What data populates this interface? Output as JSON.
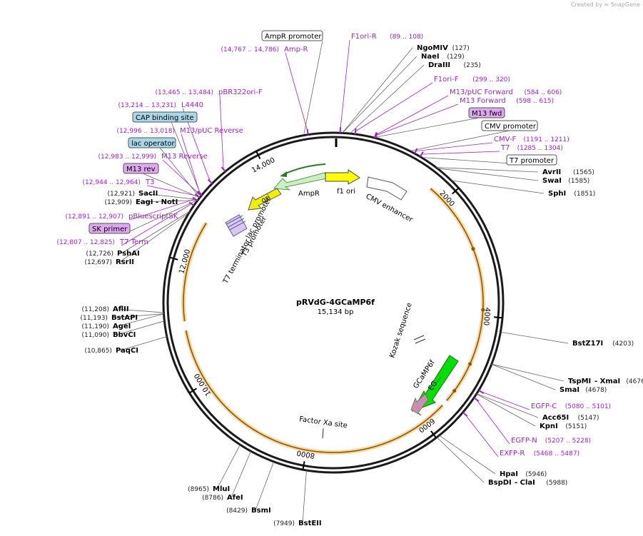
{
  "credit": {
    "prefix": "Created by",
    "brand": "SnapGene"
  },
  "plasmid": {
    "name": "pRVdG-4GCaMP6f",
    "length": "15,134 bp"
  },
  "ticks": [
    "2000",
    "4000",
    "6000",
    "8000",
    "10,000",
    "12,000",
    "14,000"
  ],
  "sites": [
    {
      "name": "NgoMIV",
      "pos": "(127)"
    },
    {
      "name": "NaeI",
      "pos": "(129)"
    },
    {
      "name": "DraIII",
      "pos": "(235)"
    },
    {
      "name": "AvrII",
      "pos": "(1565)"
    },
    {
      "name": "SwaI",
      "pos": "(1585)"
    },
    {
      "name": "SphI",
      "pos": "(1851)"
    },
    {
      "name": "BstZ17I",
      "pos": "(4203)"
    },
    {
      "name": "TspMI",
      "sep": "- XmaI",
      "pos": "(4676)"
    },
    {
      "name": "SmaI",
      "pos": "(4678)"
    },
    {
      "name": "Acc65I",
      "pos": "(5147)"
    },
    {
      "name": "KpnI",
      "pos": "(5151)"
    },
    {
      "name": "HpaI",
      "pos": "(5946)"
    },
    {
      "name": "BspDI",
      "sep": "- ClaI",
      "pos": "(5988)"
    },
    {
      "name": "BstEII",
      "pos": "(7949)"
    },
    {
      "name": "BsmI",
      "pos": "(8429)"
    },
    {
      "name": "AfeI",
      "pos": "(8786)"
    },
    {
      "name": "MluI",
      "pos": "(8965)"
    },
    {
      "name": "PaqCI",
      "pos": "(10,865)"
    },
    {
      "name": "BbvCI",
      "pos": "(11,090)"
    },
    {
      "name": "AgeI",
      "pos": "(11,190)"
    },
    {
      "name": "BstAPI",
      "pos": "(11,193)"
    },
    {
      "name": "AflII",
      "pos": "(11,208)"
    },
    {
      "name": "RsrII",
      "pos": "(12,697)"
    },
    {
      "name": "PshAI",
      "pos": "(12,726)"
    },
    {
      "name": "EagI",
      "sep": "- NotI",
      "pos": "(12,909)"
    },
    {
      "name": "SacII",
      "pos": "(12,921)"
    }
  ],
  "primers": [
    {
      "name": "F1ori-R",
      "pos": "(89 .. 108)"
    },
    {
      "name": "F1ori-F",
      "pos": "(299 .. 320)"
    },
    {
      "name": "M13/pUC Forward",
      "pos": "(584 .. 606)"
    },
    {
      "name": "M13 Forward",
      "pos": "(598 .. 615)"
    },
    {
      "name": "CMV-F",
      "pos": "(1191 .. 1211)"
    },
    {
      "name": "T7",
      "pos": "(1285 .. 1304)"
    },
    {
      "name": "EGFP-C",
      "pos": "(5080 .. 5101)"
    },
    {
      "name": "EGFP-N",
      "pos": "(5207 .. 5228)"
    },
    {
      "name": "EXFP-R",
      "pos": "(5468 .. 5487)"
    },
    {
      "name": "T7 Term",
      "pos": "(12,807 .. 12,825)"
    },
    {
      "name": "pBluescriptSK",
      "pos": "(12,891 .. 12,907)"
    },
    {
      "name": "T3",
      "pos": "(12,944 .. 12,964)"
    },
    {
      "name": "M13 Reverse",
      "pos": "(12,983 .. 12,999)"
    },
    {
      "name": "M13/pUC Reverse",
      "pos": "(12,996 .. 13,018)"
    },
    {
      "name": "L4440",
      "pos": "(13,214 .. 13,231)"
    },
    {
      "name": "pBR322ori-F",
      "pos": "(13,465 .. 13,484)"
    },
    {
      "name": "Amp-R",
      "pos": "(14,767 .. 14,786)"
    }
  ],
  "boxes": {
    "ampr_promoter": "AmpR promoter",
    "m13_fwd": "M13 fwd",
    "cmv_promoter": "CMV promoter",
    "t7_promoter": "T7 promoter",
    "cap_site": "CAP binding site",
    "lac_operator": "lac operator",
    "m13_rev": "M13 rev",
    "sk_primer": "SK primer"
  },
  "features": {
    "f1_ori": "f1 ori",
    "ampr": "AmpR",
    "ori": "ori",
    "cmv_enhancer": "CMV enhancer",
    "lac_promoter": "lac promoter",
    "t3_promoter": "T3 promoter",
    "t7_terminator": "T7 terminator",
    "kozak": "Kozak sequence",
    "gcamp6f": "GCaMP6f",
    "eg": "EG...",
    "factor_xa": "Factor Xa site"
  },
  "colors": {
    "backbone": "#1a1a1a",
    "primer": "#a020d0",
    "orange_arc": "#f0a020",
    "ampr": "#c8f0c0",
    "ori": "#f0f000",
    "f1ori": "#ffff00",
    "gcamp": "#00e000",
    "gcamp_arrow": "#c890b0",
    "box_blue": "#a8d8e8",
    "box_purple": "#e0a8f0"
  }
}
